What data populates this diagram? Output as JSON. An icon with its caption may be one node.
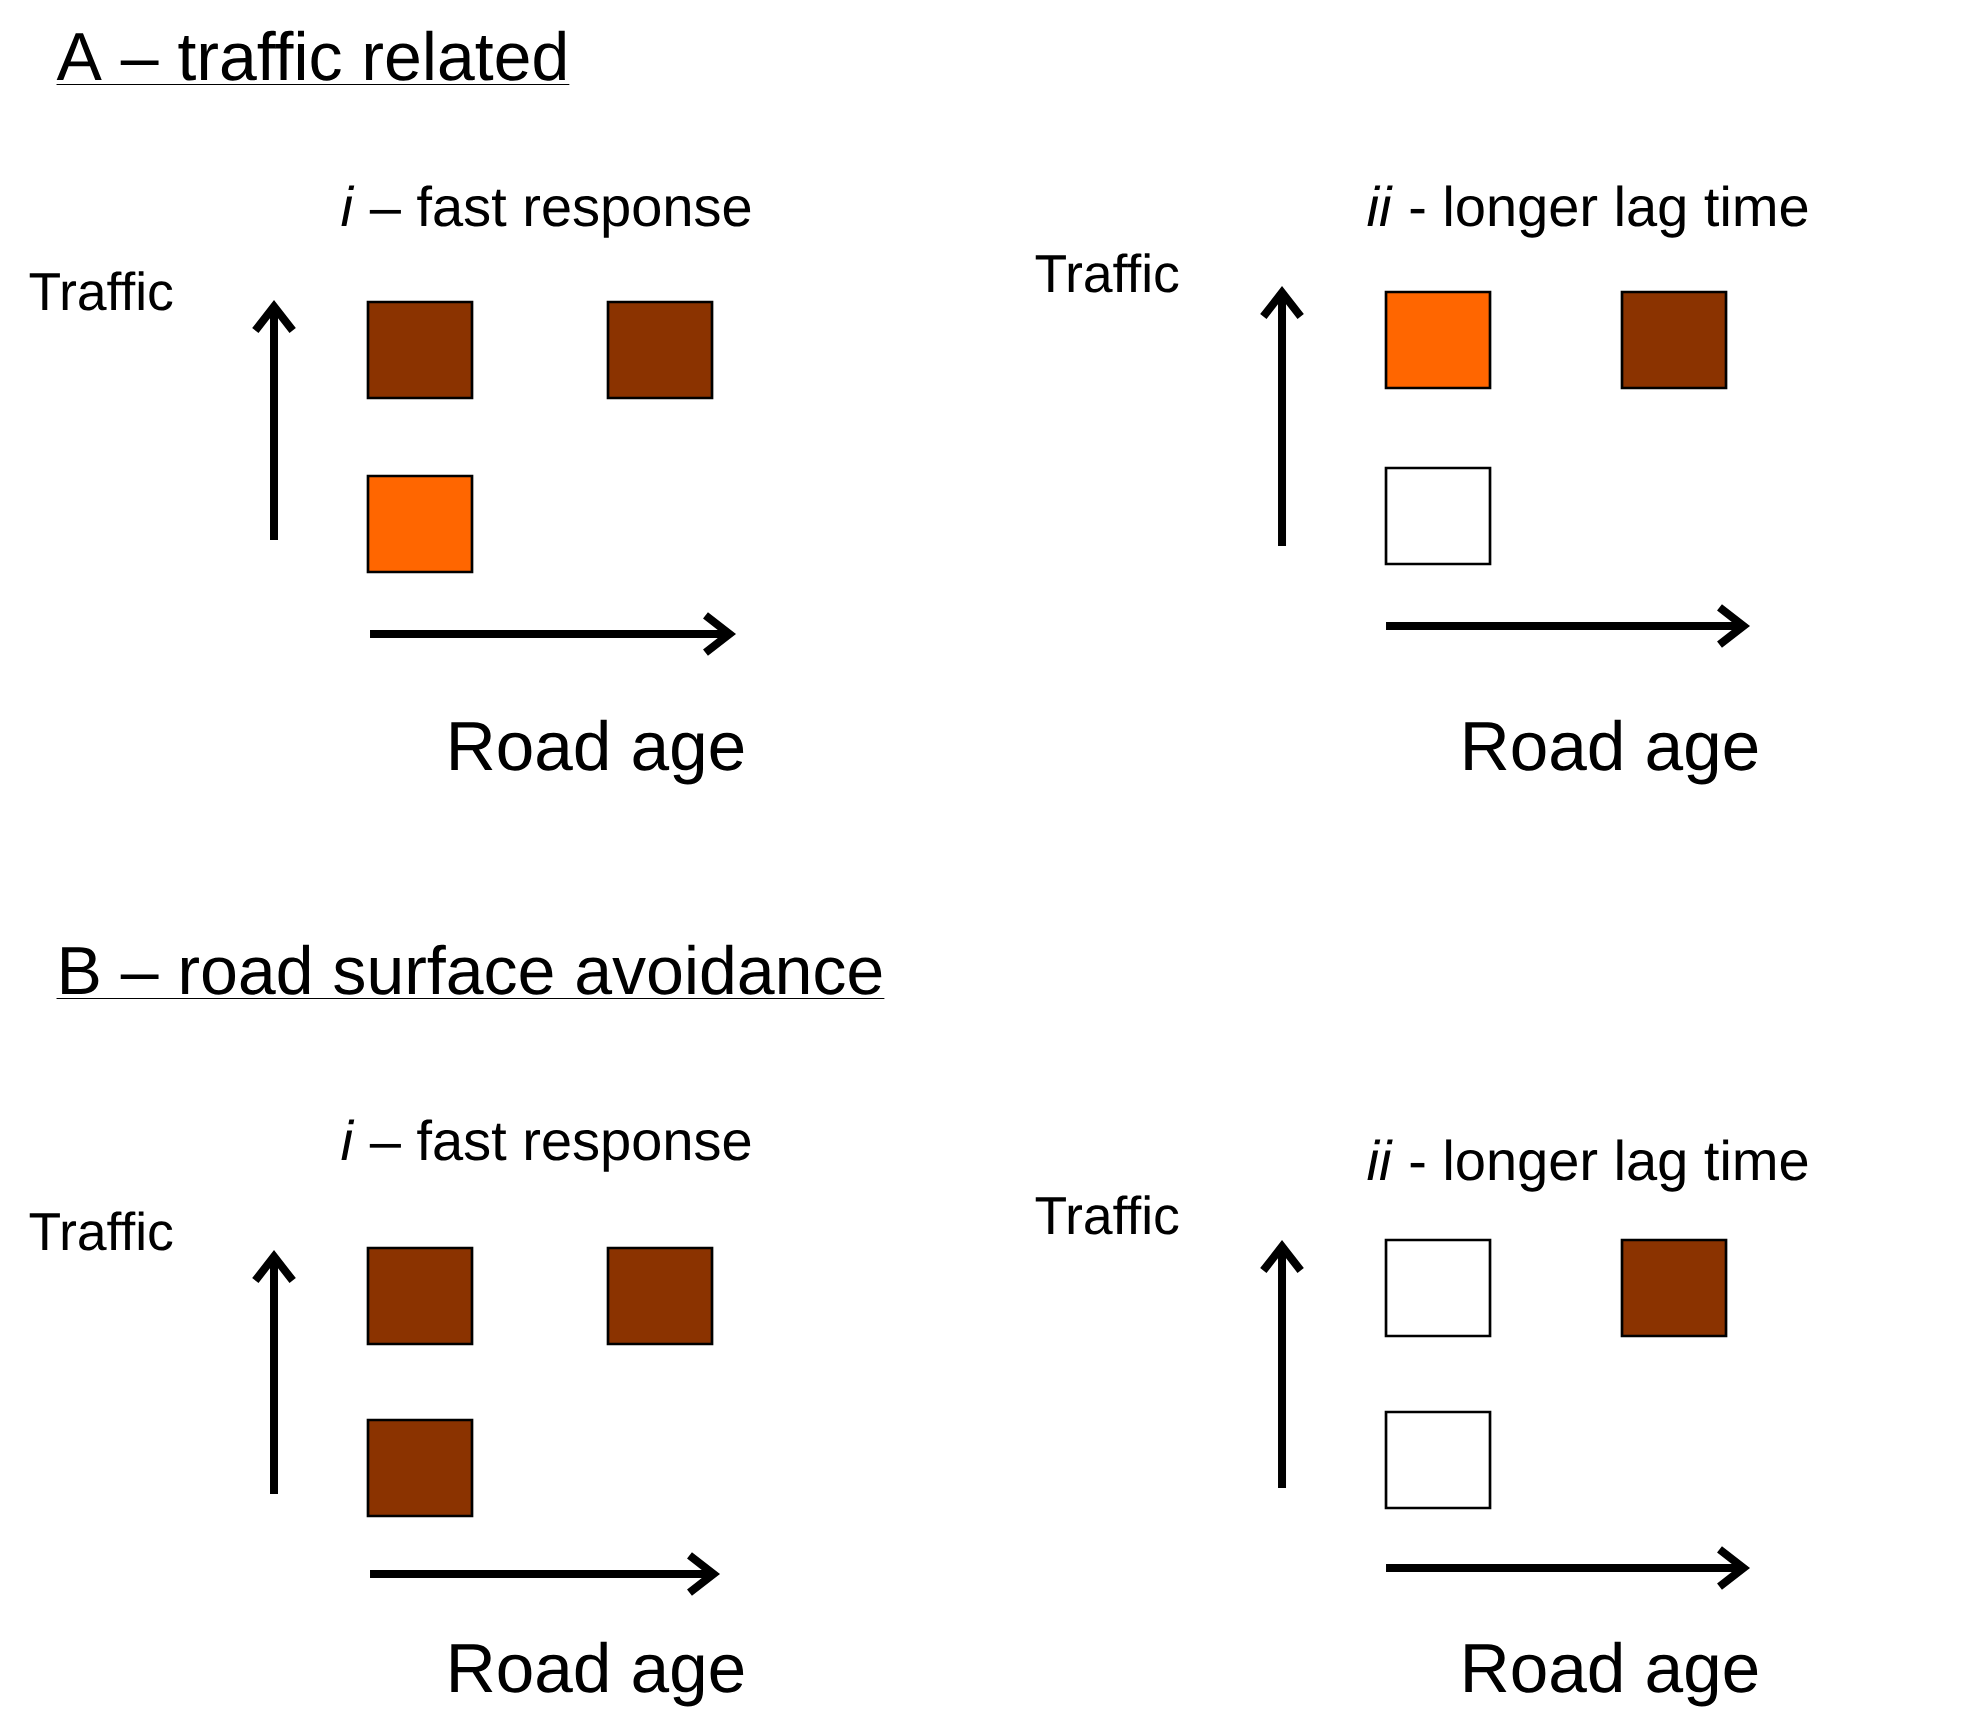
{
  "diagram": {
    "labels": [
      "A – traffic related",
      "*i* – fast response",
      "*ii* -  longer lag time",
      "Traffic",
      "Traffic",
      "Road age",
      "Road age",
      "B – road surface avoidance",
      "*i* – fast response",
      "*ii* -  longer lag time",
      "Traffic",
      "Traffic",
      "Road age",
      "Road age"
    ]
  }
}
